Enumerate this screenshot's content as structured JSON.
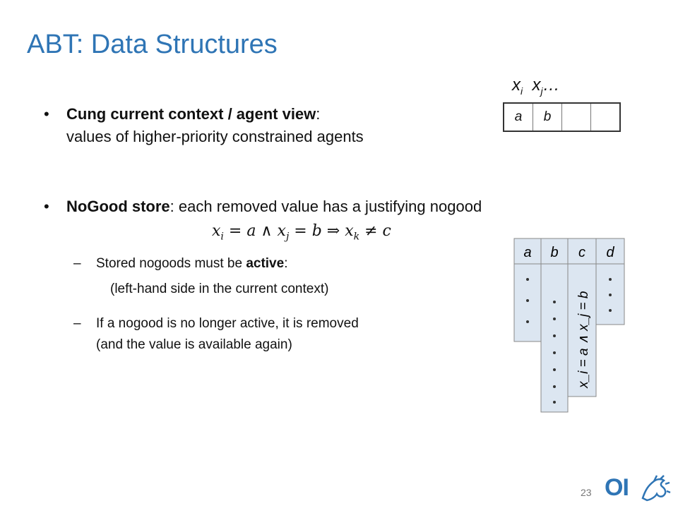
{
  "title": "ABT: Data Structures",
  "bullets": [
    {
      "bold": "Cung current context / agent view",
      "rest": ":",
      "line2": "values of higher-priority constrained agents"
    },
    {
      "bold": "NoGood store",
      "rest": ": each removed value has a justifying nogood"
    }
  ],
  "formula": "x_i = a ∧ x_j = b ⇒ x_k ≠ c",
  "subbullets": [
    {
      "text_pre": "Stored nogoods must be ",
      "bold": "active",
      "text_post": ":"
    },
    {
      "line1": "If a nogood is no longer active, it is removed",
      "line2": "(and the value is available again)"
    }
  ],
  "indent_line": "(left-hand side in the current context)",
  "current_view": {
    "header": "x_i  x_j …",
    "cells": [
      "a",
      "b",
      "",
      ""
    ]
  },
  "nogood_store": {
    "columns": [
      "a",
      "b",
      "c",
      "d"
    ],
    "rotated_label": "x_i = a ∧ x_j = b"
  },
  "page_number": "23",
  "logo_text": "OI",
  "colors": {
    "accent": "#2f75b5",
    "cell_fill": "#dce6f1"
  }
}
